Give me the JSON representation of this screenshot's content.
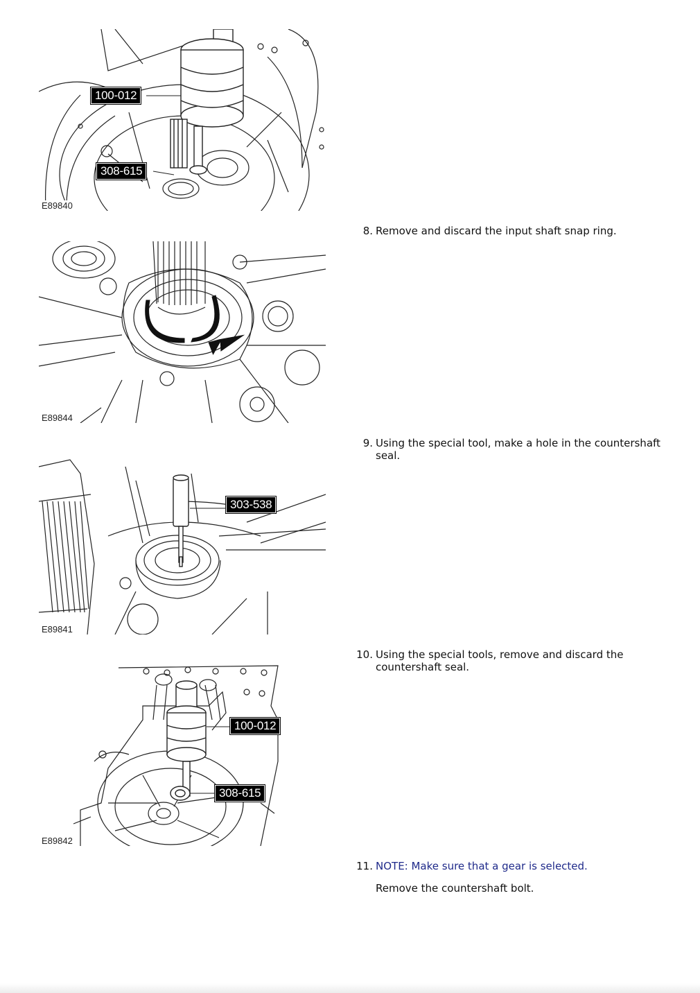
{
  "figures": [
    {
      "code": "E89840",
      "callouts": [
        "100-012",
        "308-615"
      ]
    },
    {
      "code": "E89844",
      "callouts": []
    },
    {
      "code": "E89841",
      "callouts": [
        "303-538"
      ]
    },
    {
      "code": "E89842",
      "callouts": [
        "100-012",
        "308-615"
      ]
    }
  ],
  "steps": [
    {
      "num": "8.",
      "text": "Remove and discard the input shaft snap ring."
    },
    {
      "num": "9.",
      "text": "Using the special tool, make a hole in the countershaft seal."
    },
    {
      "num": "10.",
      "text": "Using the special tools, remove and discard the countershaft seal."
    },
    {
      "num": "11.",
      "note": "NOTE: Make sure that a gear is selected.",
      "text": "Remove the countershaft bolt."
    }
  ],
  "colors": {
    "note": "#1f2a8a",
    "callout_bg": "#000000"
  }
}
